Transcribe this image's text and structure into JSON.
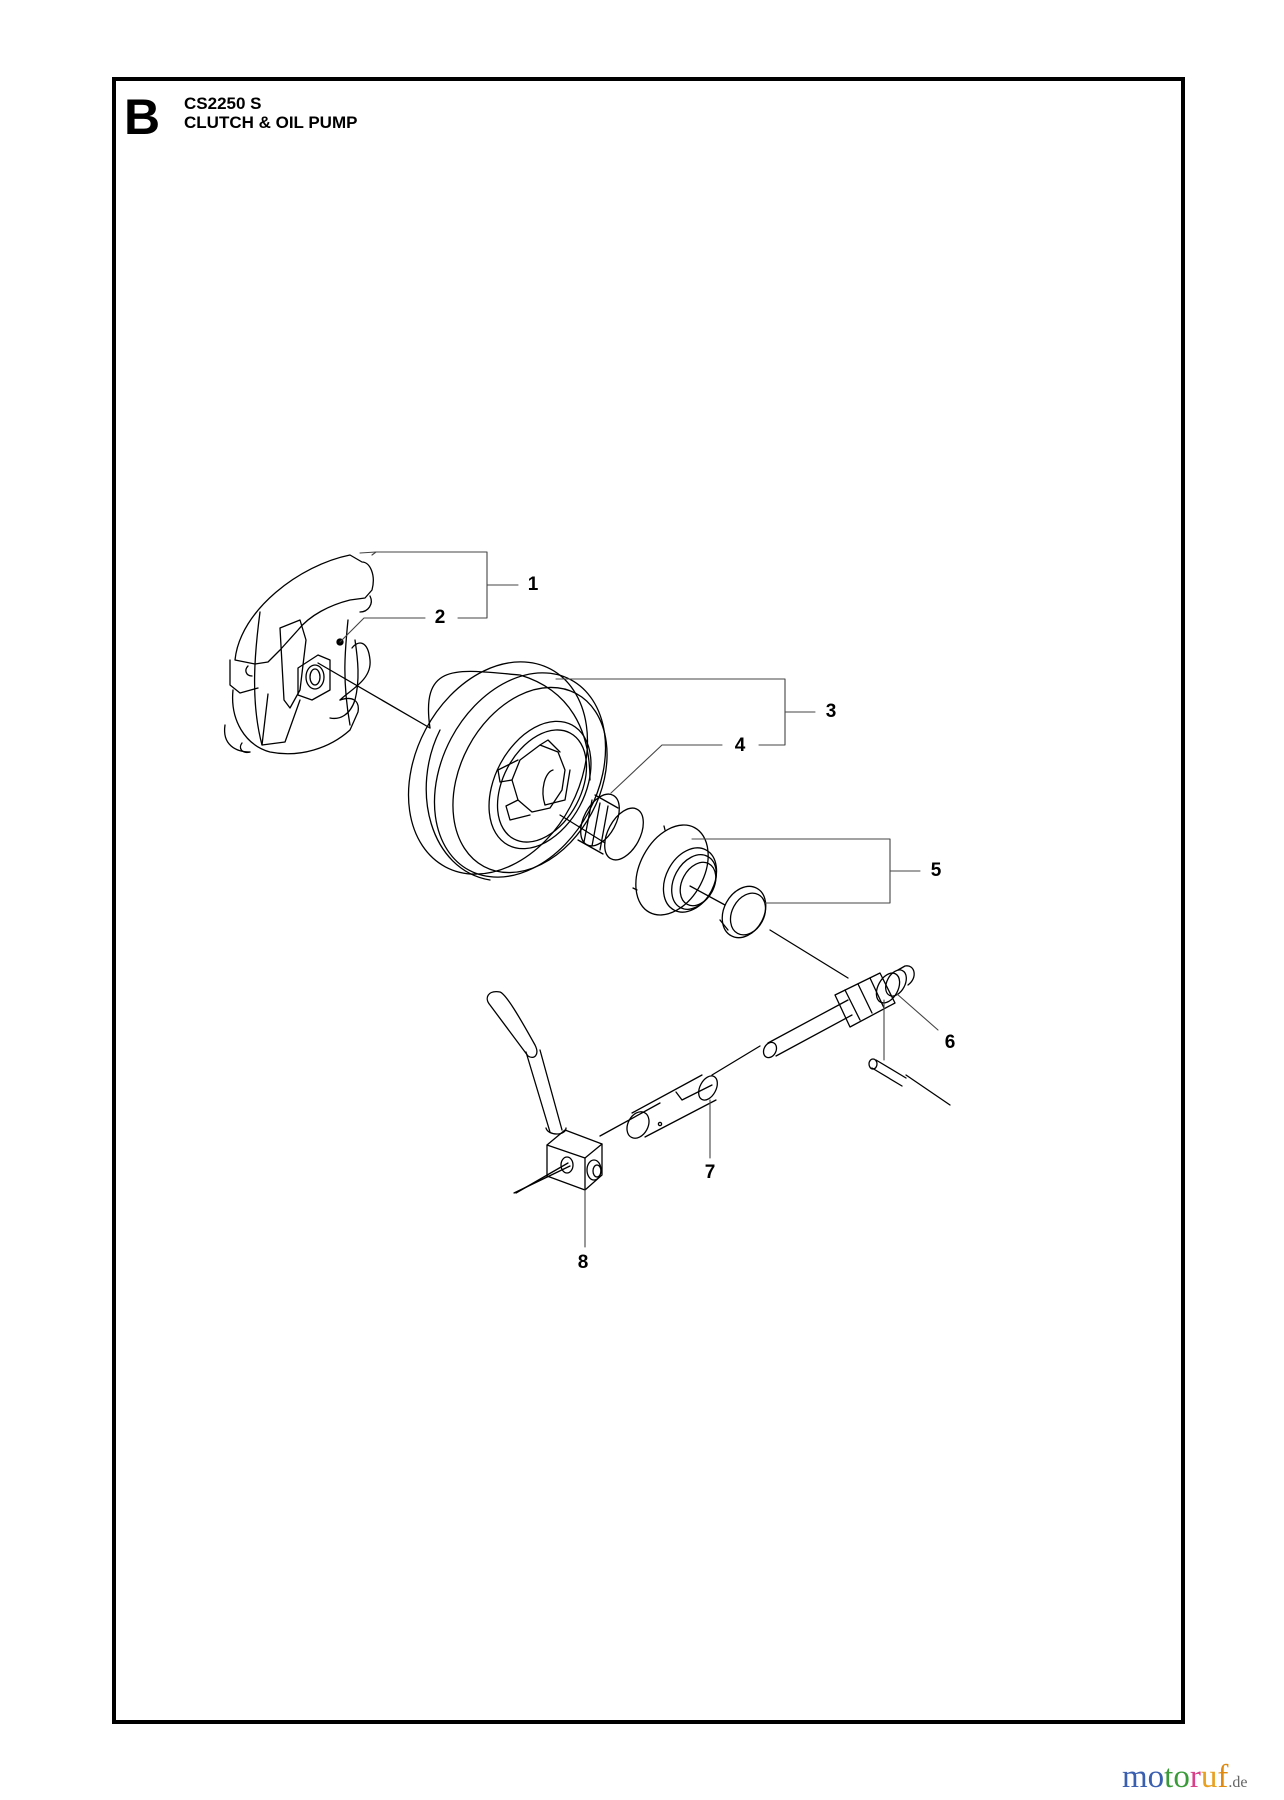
{
  "header": {
    "section_letter": "B",
    "model": "CS2250 S",
    "title": "CLUTCH & OIL PUMP"
  },
  "callouts": [
    {
      "id": "1",
      "label": "1",
      "part": "clutch-assembly"
    },
    {
      "id": "2",
      "label": "2",
      "part": "clutch-spring"
    },
    {
      "id": "3",
      "label": "3",
      "part": "clutch-drum-assembly"
    },
    {
      "id": "4",
      "label": "4",
      "part": "needle-bearing"
    },
    {
      "id": "5",
      "label": "5",
      "part": "worm-gear-and-spring"
    },
    {
      "id": "6",
      "label": "6",
      "part": "pump-shaft-and-pin"
    },
    {
      "id": "7",
      "label": "7",
      "part": "pump-piston"
    },
    {
      "id": "8",
      "label": "8",
      "part": "oil-pump-housing"
    }
  ],
  "watermark": {
    "letters": [
      {
        "ch": "m",
        "color": "#3a5fb0"
      },
      {
        "ch": "o",
        "color": "#3a5fb0"
      },
      {
        "ch": "t",
        "color": "#3a9a3a"
      },
      {
        "ch": "o",
        "color": "#3a9a3a"
      },
      {
        "ch": "r",
        "color": "#d8408a"
      },
      {
        "ch": "u",
        "color": "#e8a020"
      },
      {
        "ch": "f",
        "color": "#e08a10"
      }
    ],
    "suffix": ".de"
  },
  "colors": {
    "line": "#000000",
    "leader": "#555555",
    "frame": "#000000",
    "background": "#ffffff"
  }
}
